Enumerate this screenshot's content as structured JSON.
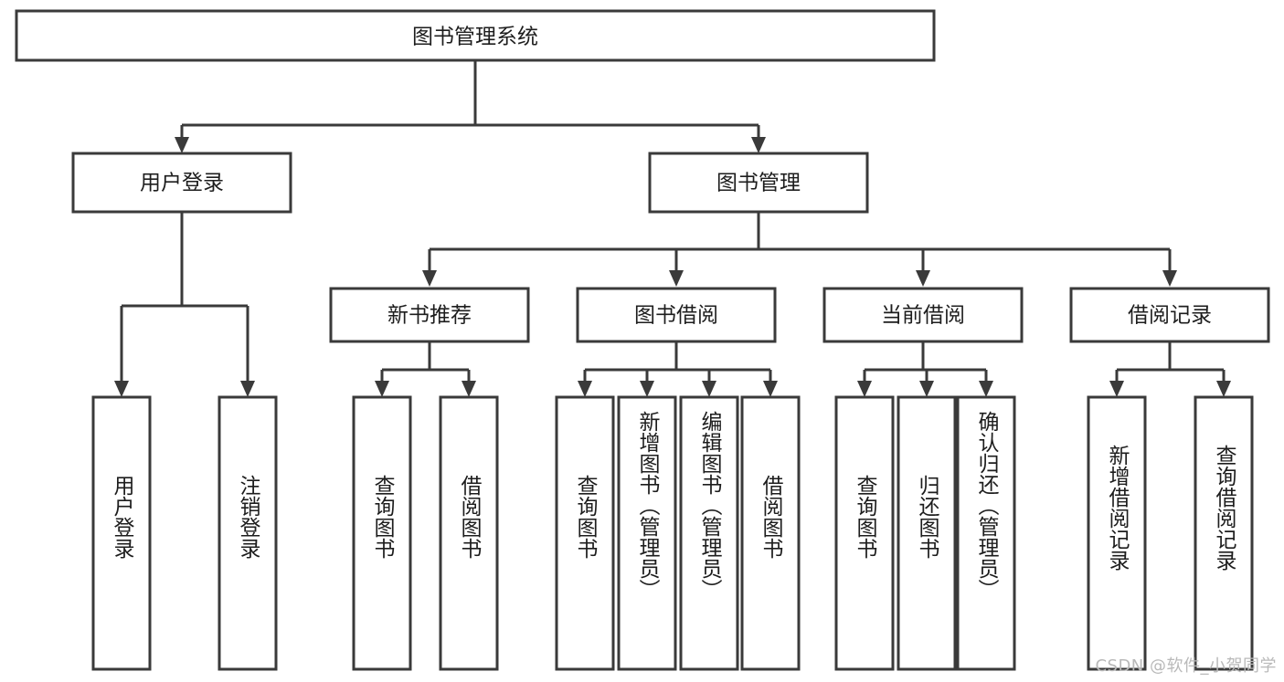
{
  "diagram": {
    "title": "图书管理系统",
    "type": "tree",
    "orientation": "top-down",
    "colors": {
      "box_stroke": "#3a3a3a",
      "box_fill": "#ffffff",
      "text": "#1d1d1d",
      "background": "#ffffff",
      "watermark": "#b9b9b9"
    },
    "root": {
      "label": "图书管理系统"
    },
    "level2": [
      {
        "label": "用户登录"
      },
      {
        "label": "图书管理"
      }
    ],
    "level3": [
      {
        "label": "新书推荐"
      },
      {
        "label": "图书借阅"
      },
      {
        "label": "当前借阅"
      },
      {
        "label": "借阅记录"
      }
    ],
    "leaves": {
      "user_login": [
        {
          "label": "用户登录"
        },
        {
          "label": "注销登录"
        }
      ],
      "new_book_recommend": [
        {
          "label": "查询图书"
        },
        {
          "label": "借阅图书"
        }
      ],
      "book_borrow": [
        {
          "label": "查询图书"
        },
        {
          "label": "新增图书（管理员）"
        },
        {
          "label": "编辑图书（管理员）"
        },
        {
          "label": "借阅图书"
        }
      ],
      "current_borrow": [
        {
          "label": "查询图书"
        },
        {
          "label": "归还图书"
        },
        {
          "label": "确认归还（管理员）"
        }
      ],
      "borrow_record": [
        {
          "label": "新增借阅记录"
        },
        {
          "label": "查询借阅记录"
        }
      ]
    },
    "watermark": "CSDN @软件_小贺同学"
  }
}
